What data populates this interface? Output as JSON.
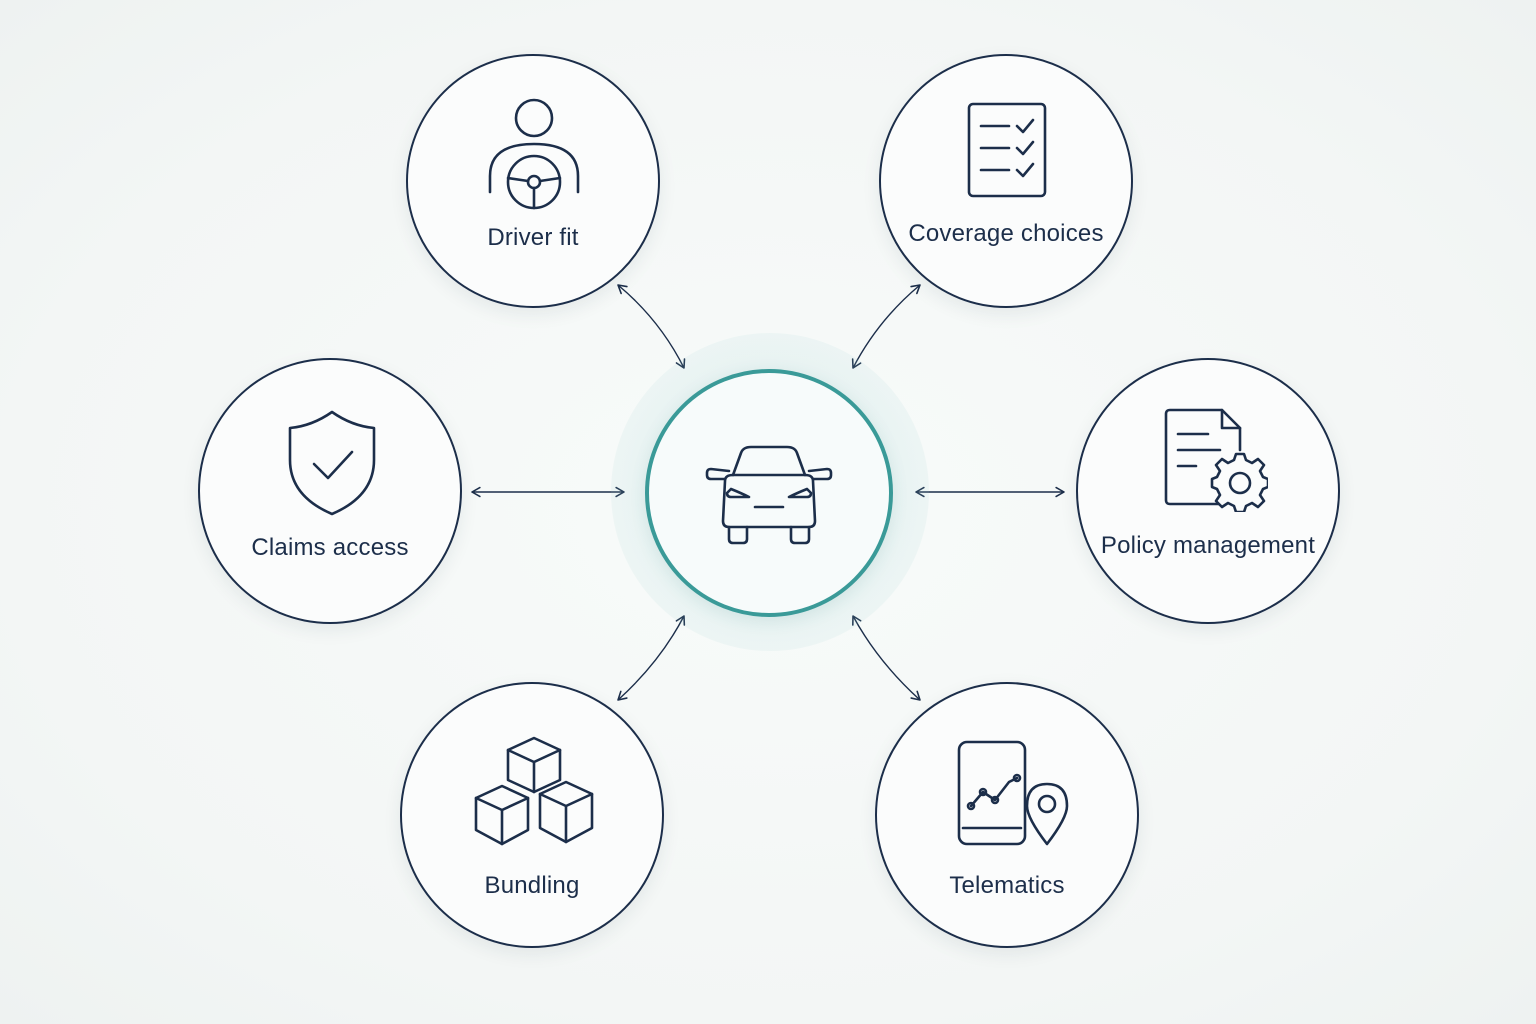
{
  "colors": {
    "outline": "#1c2e4a",
    "hub_ring": "#3a9a98",
    "background": "#f4f7f6"
  },
  "hub": {
    "icon": "car-icon"
  },
  "nodes": [
    {
      "id": "driver-fit",
      "label": "Driver fit",
      "icon": "driver-steering-wheel-icon"
    },
    {
      "id": "coverage-choices",
      "label": "Coverage choices",
      "icon": "checklist-icon"
    },
    {
      "id": "claims-access",
      "label": "Claims access",
      "icon": "shield-check-icon"
    },
    {
      "id": "policy-management",
      "label": "Policy management",
      "icon": "document-gear-icon"
    },
    {
      "id": "bundling",
      "label": "Bundling",
      "icon": "stacked-boxes-icon"
    },
    {
      "id": "telematics",
      "label": "Telematics",
      "icon": "phone-location-icon"
    }
  ],
  "connectors": "bidirectional-arrows"
}
